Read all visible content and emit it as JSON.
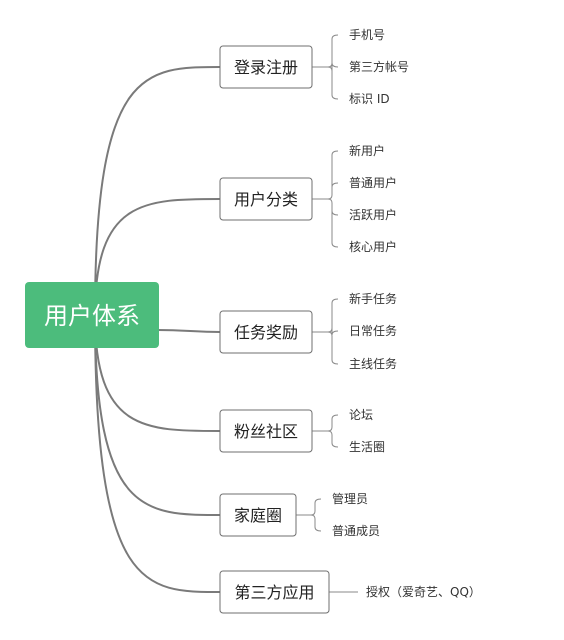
{
  "root": {
    "label": "用户体系"
  },
  "branches": [
    {
      "label": "登录注册",
      "children": [
        "手机号",
        "第三方帐号",
        "标识 ID"
      ]
    },
    {
      "label": "用户分类",
      "children": [
        "新用户",
        "普通用户",
        "活跃用户",
        "核心用户"
      ]
    },
    {
      "label": "任务奖励",
      "children": [
        "新手任务",
        "日常任务",
        "主线任务"
      ]
    },
    {
      "label": "粉丝社区",
      "children": [
        "论坛",
        "生活圈"
      ]
    },
    {
      "label": "家庭圈",
      "children": [
        "管理员",
        "普通成员"
      ]
    },
    {
      "label": "第三方应用",
      "children": [
        "授权（爱奇艺、QQ）"
      ]
    }
  ],
  "colors": {
    "root_fill": "#4cbc7c",
    "root_text": "#ffffff",
    "connector": "#7a7a7a",
    "branch_border": "#6f6f6f"
  }
}
